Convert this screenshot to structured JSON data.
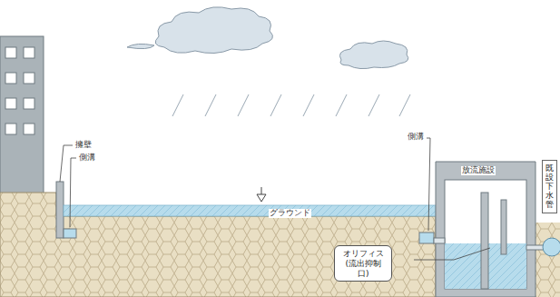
{
  "diagram": {
    "nodes": [
      {
        "text": [
          "オリフィス (流出抑制口)"
        ]
      },
      {
        "text": [
          "既設下水管"
        ]
      }
    ],
    "labels": [
      "擁壁",
      "側溝",
      "グラウンド",
      "側溝",
      "放流施設"
    ]
  }
}
